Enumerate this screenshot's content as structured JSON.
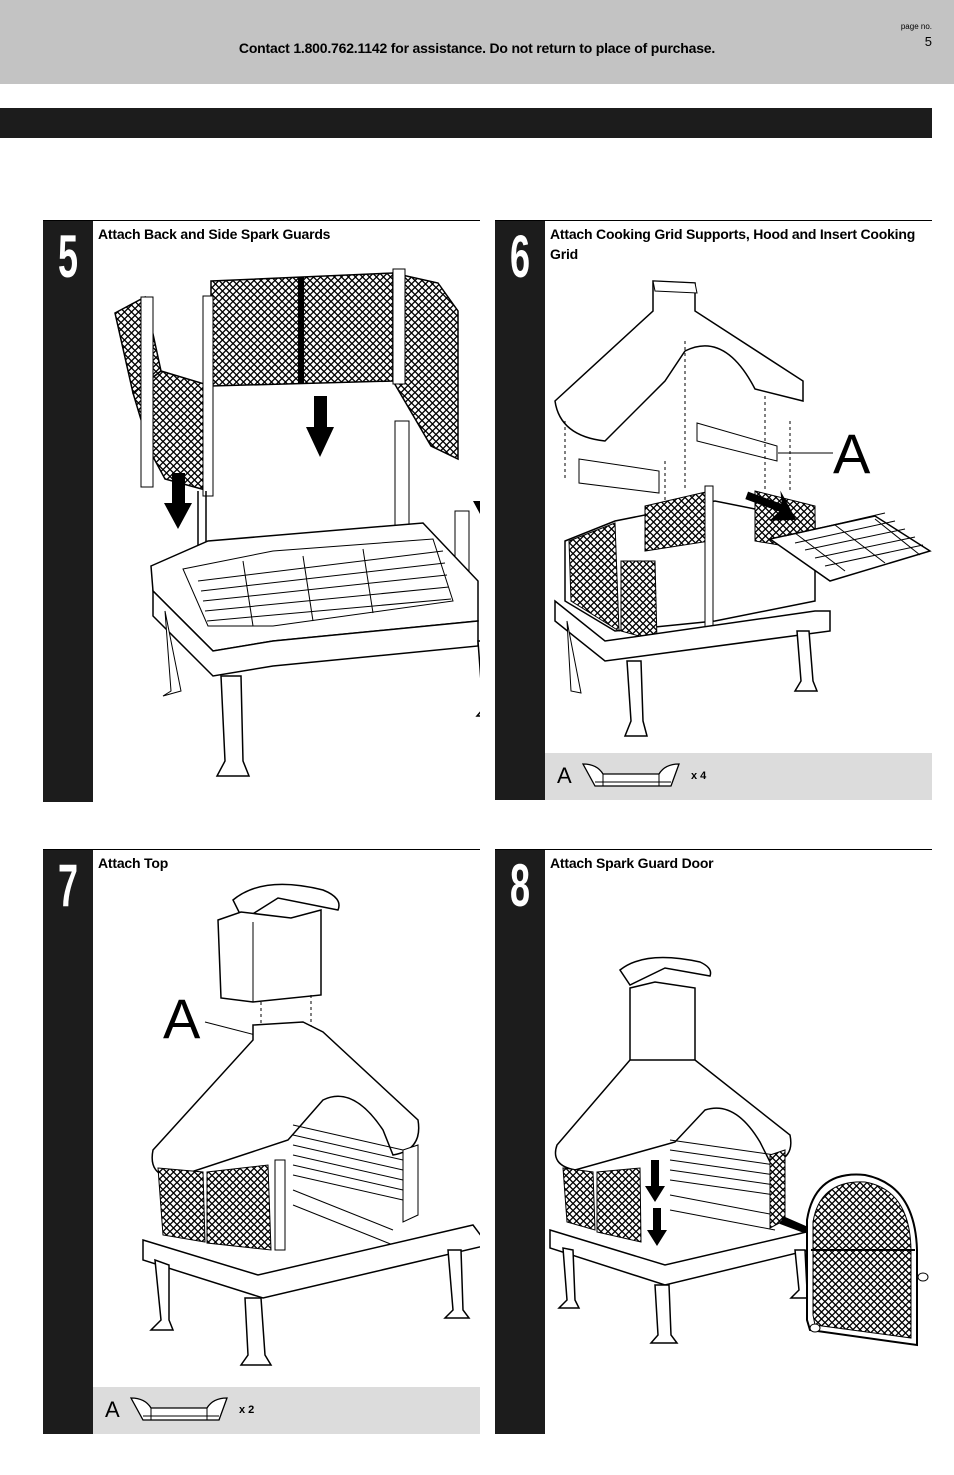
{
  "header": {
    "contact": "Contact 1.800.762.1142 for assistance. Do not return to place of purchase.",
    "page_label": "page no.",
    "page_number": "5"
  },
  "steps": [
    {
      "number": "5",
      "title": "Attach Back and Side Spark Guards"
    },
    {
      "number": "6",
      "title": "Attach Cooking Grid Supports, Hood and Insert Cooking Grid",
      "callout": "A",
      "part_letter": "A",
      "part_qty": "x 4"
    },
    {
      "number": "7",
      "title": "Attach Top",
      "callout": "A",
      "part_letter": "A",
      "part_qty": "x 2"
    },
    {
      "number": "8",
      "title": "Attach Spark Guard Door"
    }
  ],
  "colors": {
    "header_bg": "#c3c3c3",
    "bar": "#1c1c1c",
    "parts_bg": "#dcdcdc"
  }
}
